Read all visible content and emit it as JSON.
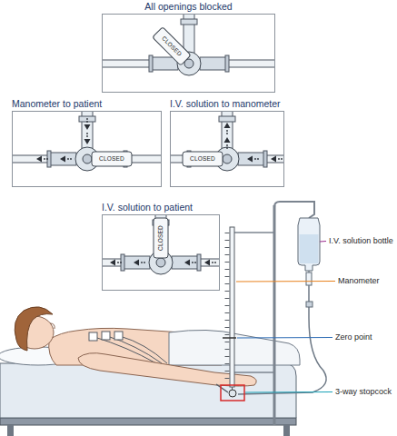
{
  "diagram": {
    "nodes": [
      {
        "text": [
          "All openings blocked"
        ]
      },
      {
        "text": [
          "Manometer to patient"
        ]
      },
      {
        "text": [
          "I.V. solution to manometer"
        ]
      },
      {
        "text": [
          "I.V. solution to patient"
        ]
      }
    ],
    "labels": [
      "CLOSED",
      "CLOSED",
      "CLOSED",
      "CLOSED",
      "I.V. solution bottle",
      "Manometer",
      "Zero point",
      "3-way stopcock"
    ]
  }
}
